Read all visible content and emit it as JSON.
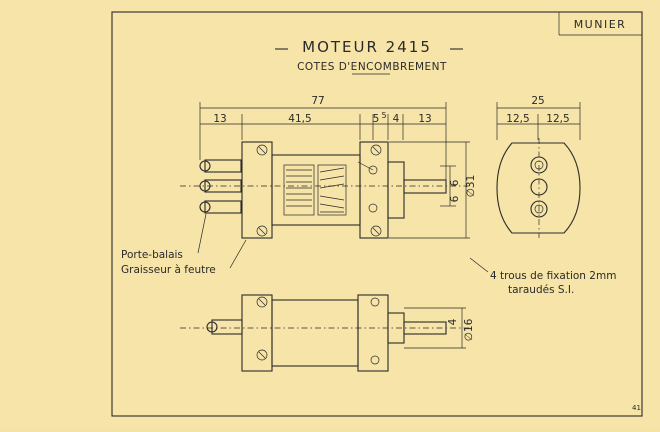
{
  "header": {
    "brand": "MUNIER"
  },
  "title": {
    "main": "MOTEUR 2415",
    "subtitle": "COTES D'ENCOMBREMENT"
  },
  "dimensions": {
    "overall_length": "77",
    "segments": [
      "13",
      "41,5",
      "5",
      "5",
      "4",
      "13"
    ],
    "width": "25",
    "width_halves": [
      "12,5",
      "12,5"
    ],
    "vertical": [
      "6",
      "6",
      "∅31"
    ],
    "bottom_vertical": [
      "4",
      "∅16"
    ]
  },
  "labels": {
    "brush_holder": "Porte-balais",
    "felt_oiler": "Graisseur à feutre",
    "fixing_holes_line1": "4 trous de fixation 2mm",
    "fixing_holes_line2": "taraudés S.I."
  },
  "corner_mark": "41"
}
